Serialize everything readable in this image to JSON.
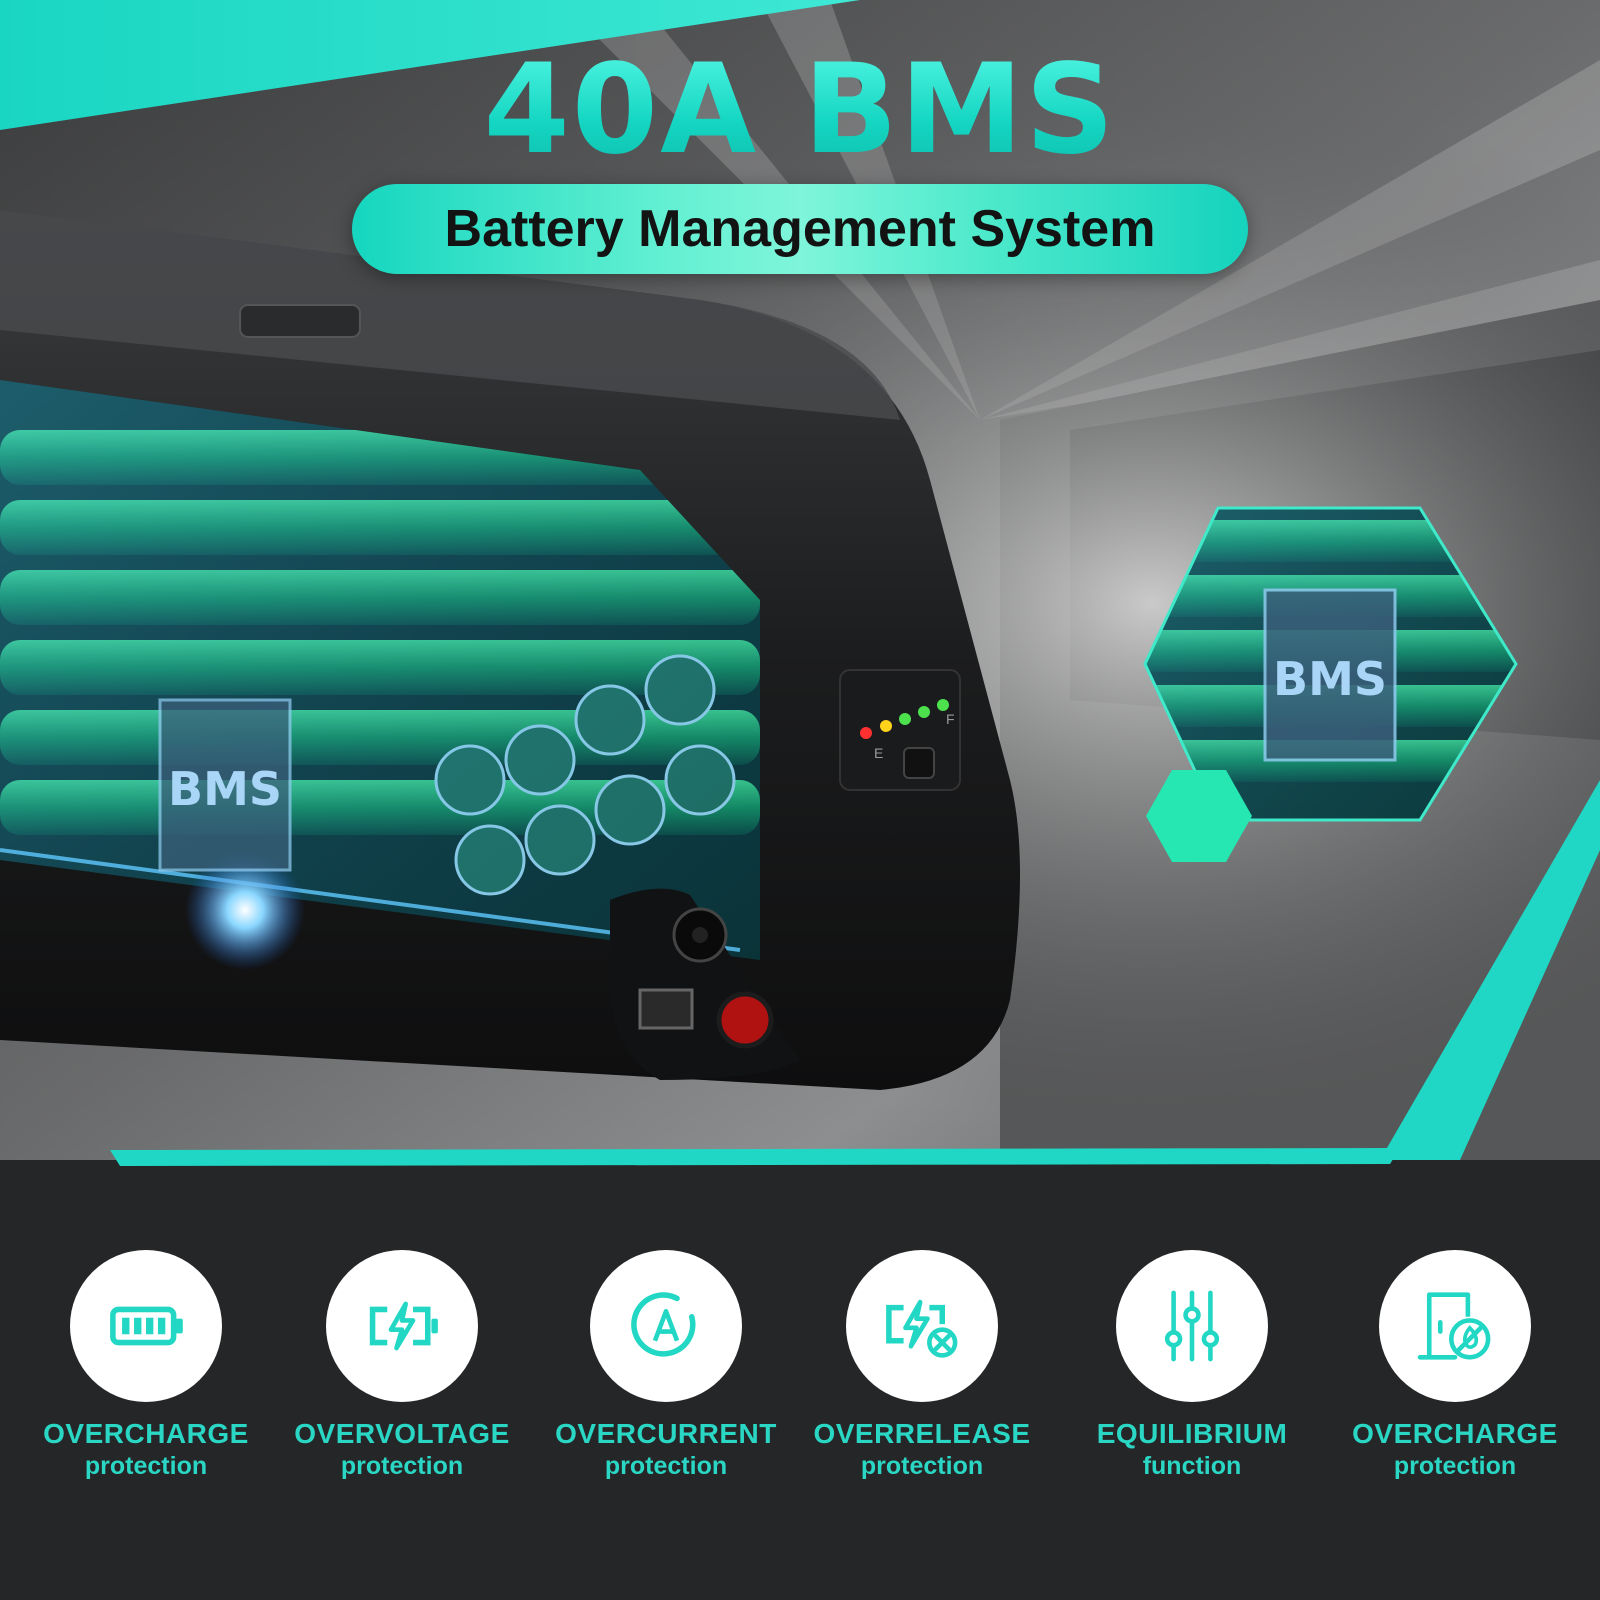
{
  "hero": {
    "title": "40A BMS",
    "subtitle": "Battery Management System",
    "bms_label_left": "BMS",
    "bms_label_right": "BMS",
    "indicator_empty": "E",
    "indicator_full": "F"
  },
  "colors": {
    "accent": "#1fd7c4",
    "background": "#252627",
    "title_teal": "#22dcc8"
  },
  "features": [
    {
      "icon": "battery-full-icon",
      "line1": "OVERCHARGE",
      "line2": "protection"
    },
    {
      "icon": "charging-bolt-icon",
      "line1": "OVERVOLTAGE",
      "line2": "protection"
    },
    {
      "icon": "ampere-circle-icon",
      "line1": "OVERCURRENT",
      "line2": "protection"
    },
    {
      "icon": "discharge-cancel-icon",
      "line1": "OVERRELEASE",
      "line2": "protection"
    },
    {
      "icon": "equalizer-sliders-icon",
      "line1": "EQUILIBRIUM",
      "line2": "function"
    },
    {
      "icon": "door-no-fire-icon",
      "line1": "OVERCHARGE",
      "line2": "protection"
    }
  ]
}
